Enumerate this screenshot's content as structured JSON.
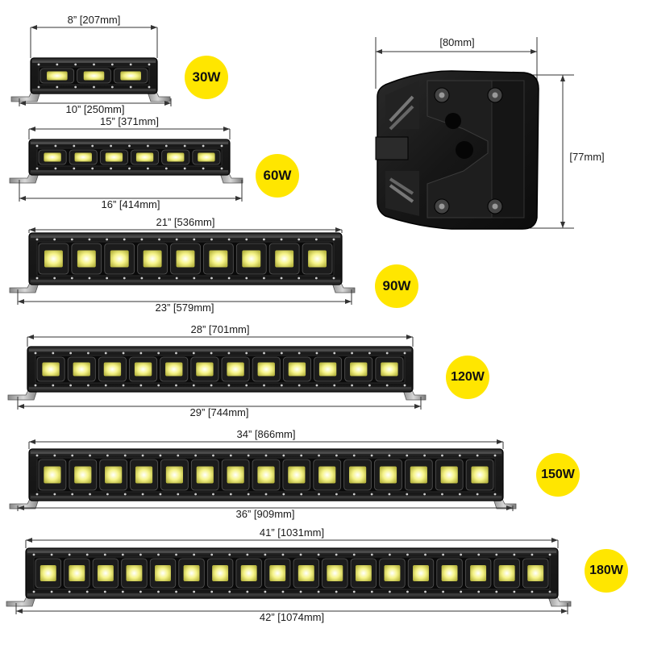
{
  "bars": [
    {
      "model": "30W",
      "inner_len": "8”",
      "inner_mm": "[207mm]",
      "outer_len": "10”",
      "outer_mm": "[250mm]",
      "pods": 3,
      "badge_color": "#ffe600"
    },
    {
      "model": "60W",
      "inner_len": "15”",
      "inner_mm": "[371mm]",
      "outer_len": "16”",
      "outer_mm": "[414mm]",
      "pods": 6,
      "badge_color": "#ffe600"
    },
    {
      "model": "90W",
      "inner_len": "21”",
      "inner_mm": "[536mm]",
      "outer_len": "23”",
      "outer_mm": "[579mm]",
      "pods": 9,
      "badge_color": "#ffe600"
    },
    {
      "model": "120W",
      "inner_len": "28”",
      "inner_mm": "[701mm]",
      "outer_len": "29”",
      "outer_mm": "[744mm]",
      "pods": 12,
      "badge_color": "#ffe600"
    },
    {
      "model": "150W",
      "inner_len": "34”",
      "inner_mm": "[866mm]",
      "outer_len": "36”",
      "outer_mm": "[909mm]",
      "pods": 15,
      "badge_color": "#ffe600"
    },
    {
      "model": "180W",
      "inner_len": "41”",
      "inner_mm": "[1031mm]",
      "outer_len": "42”",
      "outer_mm": "[1074mm]",
      "pods": 18,
      "badge_color": "#ffe600"
    }
  ],
  "end_view": {
    "width_label": "[80mm]",
    "height_label": "[77mm]"
  },
  "colors": {
    "housing": "#1b1b1b",
    "lens": "#0a0a0a",
    "led": "#f4f27a",
    "dimension_line": "#333333"
  }
}
